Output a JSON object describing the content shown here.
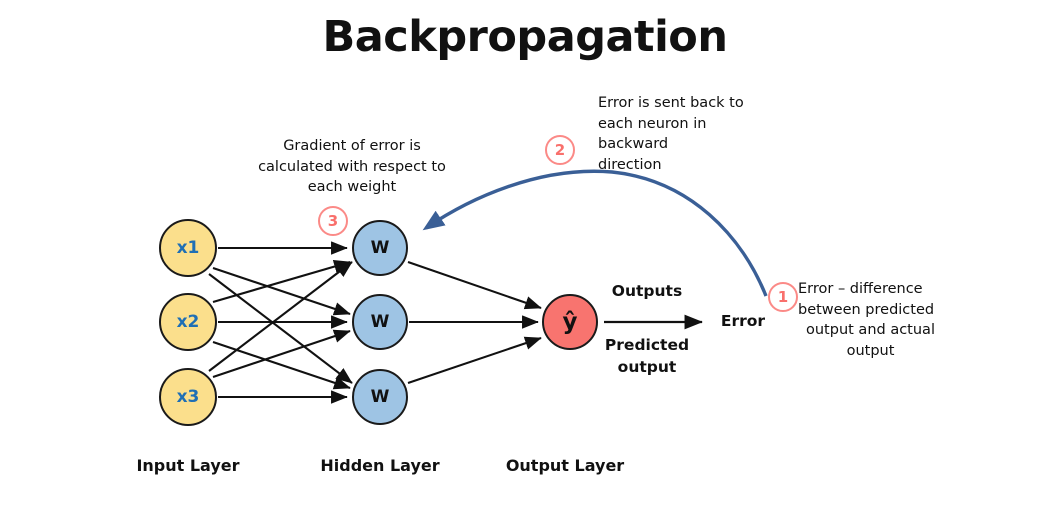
{
  "title": "Backpropagation",
  "network": {
    "input_layer": {
      "label": "Input Layer",
      "nodes": [
        {
          "label": "x1"
        },
        {
          "label": "x2"
        },
        {
          "label": "x3"
        }
      ]
    },
    "hidden_layer": {
      "label": "Hidden Layer",
      "nodes": [
        {
          "label": "W"
        },
        {
          "label": "W"
        },
        {
          "label": "W"
        }
      ]
    },
    "output_layer": {
      "label": "Output Layer",
      "nodes": [
        {
          "label": "ŷ"
        }
      ]
    }
  },
  "flow": {
    "outputs_label": "Outputs",
    "predicted_output_label": "Predicted\noutput",
    "predicted_output_line1": "Predicted",
    "predicted_output_line2": "output",
    "error_label": "Error"
  },
  "annotations": [
    {
      "badge": "1",
      "text": "Error – difference between predicted output and actual output",
      "line1": "Error – difference",
      "line2": "between predicted",
      "line3": "output and actual",
      "line4": "output"
    },
    {
      "badge": "2",
      "text": "Error is sent back to each neuron in backward direction",
      "line1": "Error is sent back to",
      "line2": "each neuron in backward",
      "line3": "direction"
    },
    {
      "badge": "3",
      "text": "Gradient of error is calculated with respect to each weight",
      "line1": "Gradient of error is",
      "line2": "calculated with respect to",
      "line3": "each weight"
    }
  ],
  "colors": {
    "input_node": "#FBDF8C",
    "input_node_text": "#1F6FB5",
    "hidden_node": "#9EC4E4",
    "output_node": "#F8746F",
    "badge_accent": "#FB8A87",
    "backward_arrow": "#3A5F96",
    "forward_arrow": "#111111",
    "background": "#FFFFFF"
  }
}
